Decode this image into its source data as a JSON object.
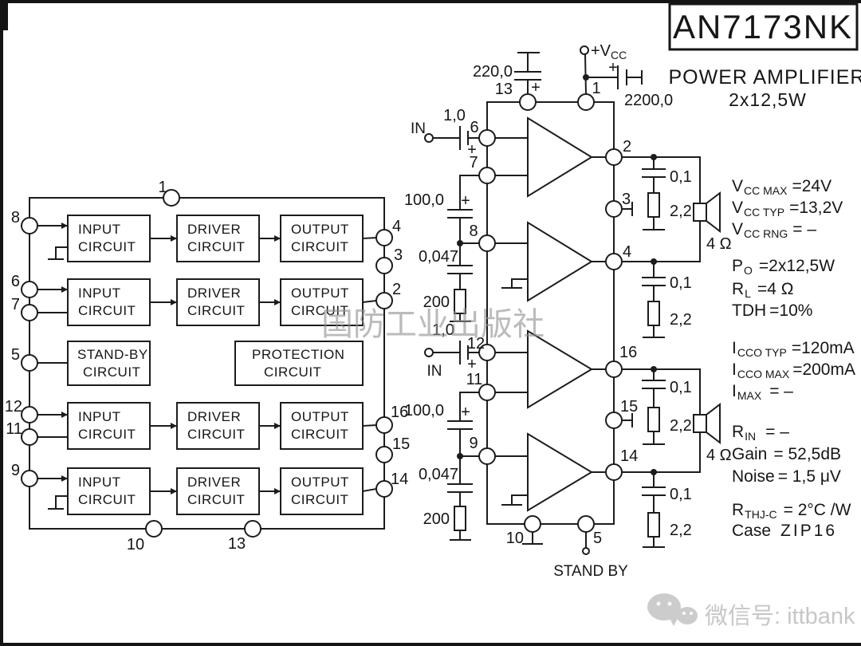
{
  "title_block": {
    "part": "AN7173NK",
    "line1": "POWER AMPLIFIER",
    "line2": "2x12,5W"
  },
  "pins": {
    "1": "1",
    "2": "2",
    "3": "3",
    "4": "4",
    "5": "5",
    "6": "6",
    "7": "7",
    "8": "8",
    "9": "9",
    "10": "10",
    "11": "11",
    "12": "12",
    "13": "13",
    "14": "14",
    "15": "15",
    "16": "16"
  },
  "block_diagram": {
    "input_line1": "INPUT",
    "input_line2": "CIRCUIT",
    "driver_line1": "DRIVER",
    "driver_line2": "CIRCUIT",
    "output_line1": "OUTPUT",
    "output_line2": "CIRCUIT",
    "standby_line1": "STAND-BY",
    "standby_line2": "CIRCUIT",
    "protection_line1": "PROTECTION",
    "protection_line2": "CIRCUIT"
  },
  "schematic": {
    "vcc_sym": "+V",
    "vcc_sub": "CC",
    "cap_220": "220,0",
    "cap_2200": "2200,0",
    "cap_1_0": "1,0",
    "cap_100": "100,0",
    "cap_0047": "0,047",
    "cap_01": "0,1",
    "res_200": "200",
    "res_22": "2,2",
    "in_label": "IN",
    "plus": "+",
    "speaker_load": "4 Ω",
    "standby_label": "STAND BY"
  },
  "specs": [
    {
      "sym": "V",
      "sub": "CC MAX",
      "eq": "=24V"
    },
    {
      "sym": "V",
      "sub": "CC TYP",
      "eq": "=13,2V"
    },
    {
      "sym": "V",
      "sub": "CC RNG",
      "eq": "= –"
    },
    {
      "sym": "P",
      "sub": "O",
      "eq": "=2x12,5W"
    },
    {
      "sym": "R",
      "sub": "L",
      "eq": "=4 Ω"
    },
    {
      "sym": "TDH",
      "sub": "",
      "eq": "=10%"
    },
    {
      "sym": "I",
      "sub": "CCO TYP",
      "eq": "=120mA"
    },
    {
      "sym": "I",
      "sub": "CCO MAX",
      "eq": "=200mA"
    },
    {
      "sym": "I",
      "sub": "MAX",
      "eq": "= –"
    },
    {
      "sym": "R",
      "sub": "IN",
      "eq": "= –"
    },
    {
      "sym": "Gain",
      "sub": "",
      "eq": "= 52,5dB"
    },
    {
      "sym": "Noise",
      "sub": "",
      "eq": "= 1,5 μV"
    },
    {
      "sym": "R",
      "sub": "THJ-C",
      "eq": "= 2°C /W"
    },
    {
      "sym": "Case",
      "sub": "",
      "eq": "ZIP16"
    }
  ],
  "watermarks": {
    "center": "国防工业出版社",
    "corner_text": "微信号: ittbank"
  }
}
